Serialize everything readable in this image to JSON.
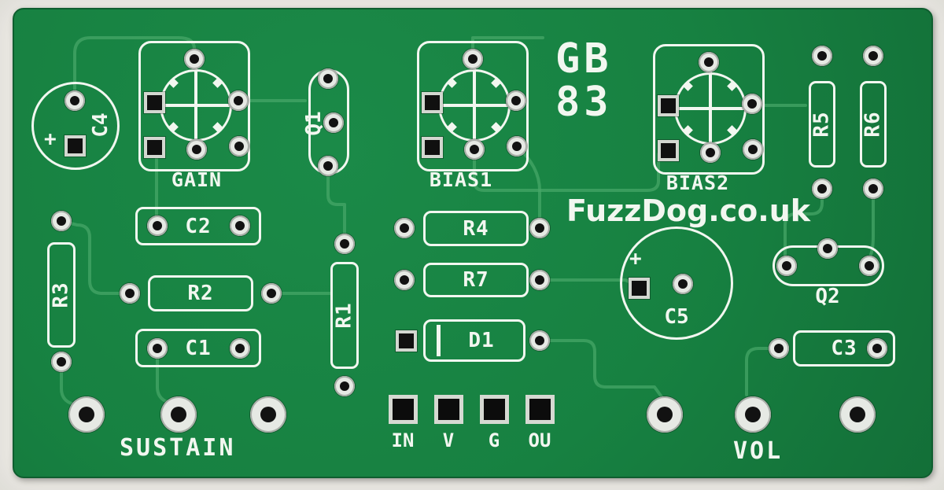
{
  "board": {
    "model": {
      "line1": "GB",
      "line2": "83"
    },
    "brand": "FuzzDog.co.uk"
  },
  "trimmers": {
    "gain": "GAIN",
    "bias1": "BIAS1",
    "bias2": "BIAS2"
  },
  "pots": {
    "sustain": "SUSTAIN",
    "vol": "VOL"
  },
  "components": {
    "c1": "C1",
    "c2": "C2",
    "c3": "C3",
    "c4": "C4",
    "c5": "C5",
    "r1": "R1",
    "r2": "R2",
    "r3": "R3",
    "r4": "R4",
    "r5": "R5",
    "r6": "R6",
    "r7": "R7",
    "d1": "D1",
    "q1": "Q1",
    "q2": "Q2"
  },
  "io_pads": [
    {
      "label": "IN"
    },
    {
      "label": "V"
    },
    {
      "label": "G"
    },
    {
      "label": "OU"
    }
  ],
  "marks": {
    "plus": "+"
  },
  "colors": {
    "board_green": "#17813f",
    "trace_green": "#49a869",
    "silkscreen": "#f2f7f0",
    "pad_silver": "#e6e9e4",
    "hole_black": "#121212",
    "paper": "#f1efe9"
  }
}
